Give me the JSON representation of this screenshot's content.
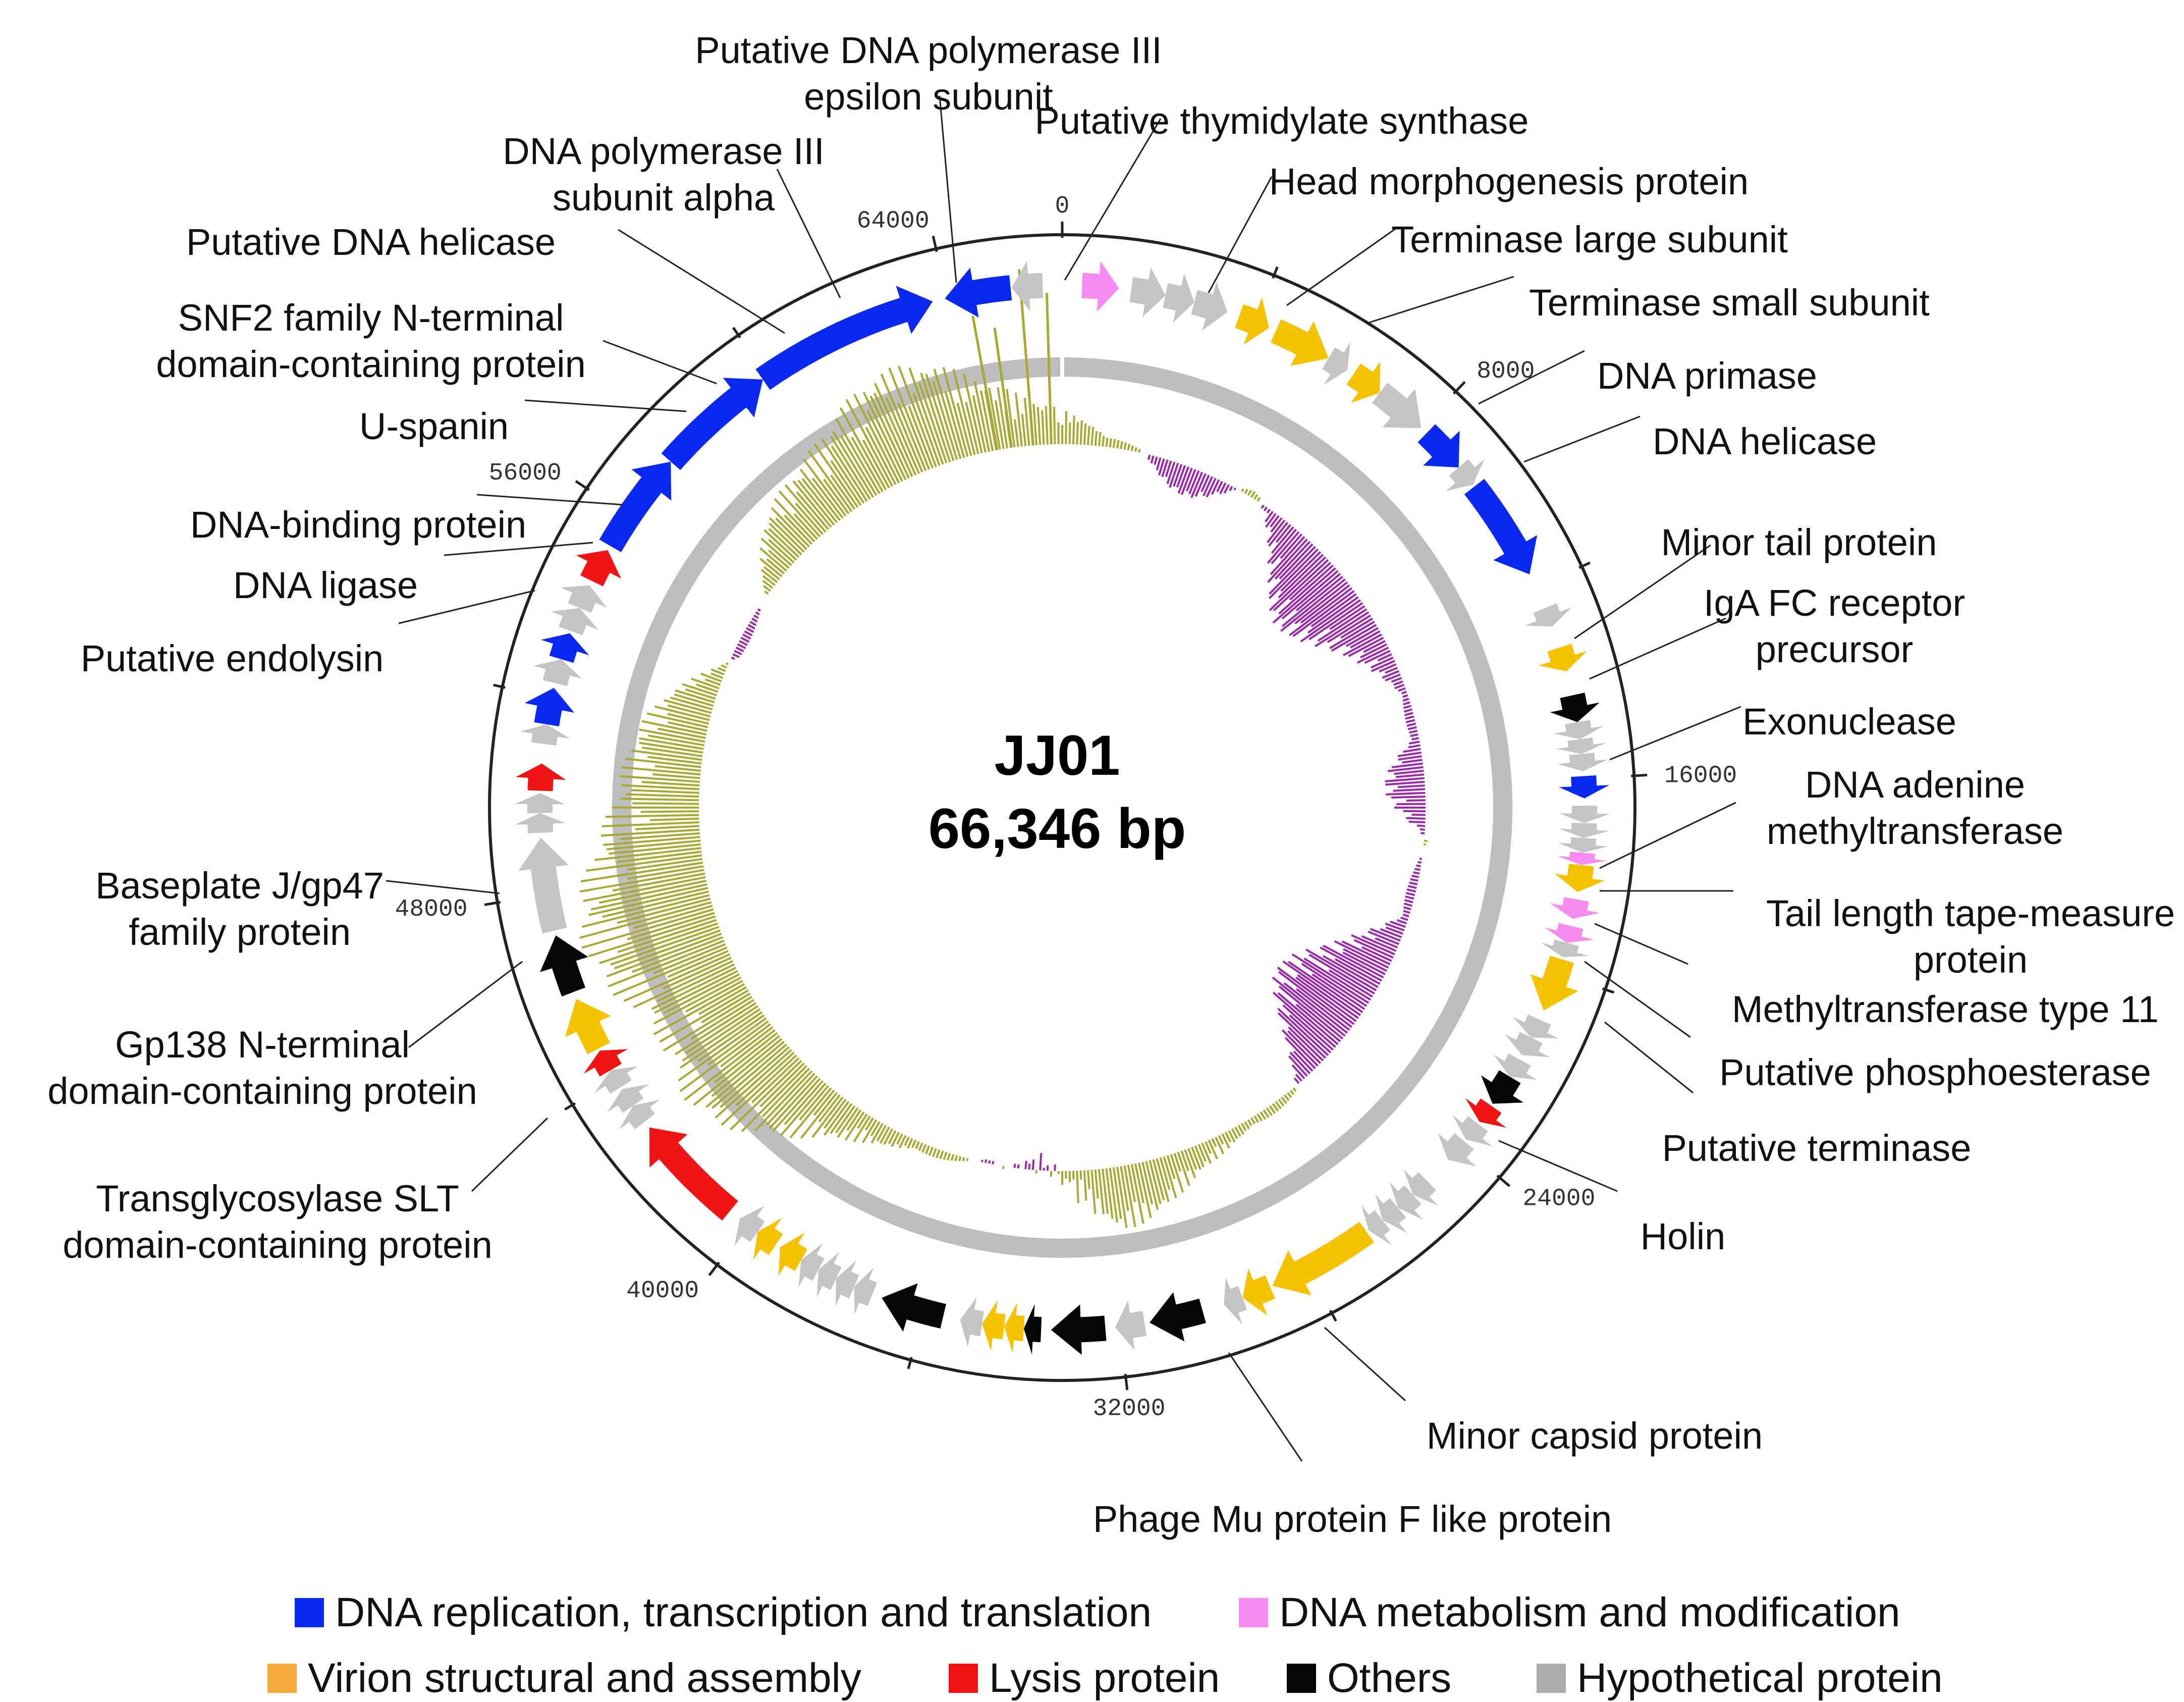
{
  "genome": {
    "name": "JJ01",
    "length_label": "66,346 bp",
    "length": 66346
  },
  "categories": {
    "replication": {
      "label": "DNA replication, transcription and translation",
      "color": "#0a28f0"
    },
    "metabolism": {
      "label": "DNA metabolism and modification",
      "color": "#f68cf0"
    },
    "structural": {
      "label": "Virion structural and assembly",
      "color": "#f6c200"
    },
    "lysis": {
      "label": "Lysis protein",
      "color": "#f01414"
    },
    "others": {
      "label": "Others",
      "color": "#050505"
    },
    "hypothetical": {
      "label": "Hypothetical protein",
      "color": "#c4c4c4"
    }
  },
  "legend_colors": {
    "structural": "#f6aa3c",
    "hypothetical": "#acacac"
  },
  "ticks": [
    "0",
    "8000",
    "16000",
    "24000",
    "32000",
    "40000",
    "48000",
    "56000",
    "64000"
  ],
  "gc_colors": {
    "positive": "#a8a832",
    "negative": "#9a2aa8",
    "ring": "#bdbdbd"
  },
  "genes": [
    {
      "start": 65300,
      "end": 63950,
      "cat": "replication"
    },
    {
      "start": 65950,
      "end": 65320,
      "cat": "hypothetical"
    },
    {
      "start": 400,
      "end": 1150,
      "cat": "metabolism"
    },
    {
      "start": 1400,
      "end": 2100,
      "cat": "hypothetical"
    },
    {
      "start": 2100,
      "end": 2700,
      "cat": "hypothetical"
    },
    {
      "start": 2700,
      "end": 3400,
      "cat": "hypothetical"
    },
    {
      "start": 3650,
      "end": 4300,
      "cat": "structural"
    },
    {
      "start": 4450,
      "end": 5650,
      "cat": "structural"
    },
    {
      "start": 5650,
      "end": 6100,
      "cat": "hypothetical"
    },
    {
      "start": 6250,
      "end": 6900,
      "cat": "structural"
    },
    {
      "start": 6900,
      "end": 8000,
      "cat": "hypothetical"
    },
    {
      "start": 8150,
      "end": 9100,
      "cat": "replication"
    },
    {
      "start": 9100,
      "end": 9550,
      "cat": "hypothetical"
    },
    {
      "start": 9600,
      "end": 11700,
      "cat": "replication"
    },
    {
      "start": 12450,
      "end": 12850,
      "cat": "hypothetical"
    },
    {
      "start": 13300,
      "end": 13800,
      "cat": "structural"
    },
    {
      "start": 14300,
      "end": 14850,
      "cat": "others"
    },
    {
      "start": 14850,
      "end": 15200,
      "cat": "hypothetical"
    },
    {
      "start": 15200,
      "end": 15500,
      "cat": "hypothetical"
    },
    {
      "start": 15500,
      "end": 15850,
      "cat": "hypothetical"
    },
    {
      "start": 15950,
      "end": 16400,
      "cat": "replication"
    },
    {
      "start": 16550,
      "end": 16900,
      "cat": "hypothetical"
    },
    {
      "start": 16900,
      "end": 17200,
      "cat": "hypothetical"
    },
    {
      "start": 17200,
      "end": 17500,
      "cat": "hypothetical"
    },
    {
      "start": 17500,
      "end": 17750,
      "cat": "metabolism"
    },
    {
      "start": 17750,
      "end": 18300,
      "cat": "structural"
    },
    {
      "start": 18450,
      "end": 18850,
      "cat": "metabolism"
    },
    {
      "start": 19000,
      "end": 19350,
      "cat": "metabolism"
    },
    {
      "start": 19350,
      "end": 19650,
      "cat": "hypothetical"
    },
    {
      "start": 19700,
      "end": 20800,
      "cat": "structural"
    },
    {
      "start": 21000,
      "end": 21400,
      "cat": "hypothetical"
    },
    {
      "start": 21400,
      "end": 21800,
      "cat": "hypothetical"
    },
    {
      "start": 21900,
      "end": 22300,
      "cat": "hypothetical"
    },
    {
      "start": 22300,
      "end": 22950,
      "cat": "others"
    },
    {
      "start": 23000,
      "end": 23400,
      "cat": "lysis"
    },
    {
      "start": 23450,
      "end": 23850,
      "cat": "hypothetical"
    },
    {
      "start": 23900,
      "end": 24400,
      "cat": "hypothetical"
    },
    {
      "start": 25000,
      "end": 25400,
      "cat": "hypothetical"
    },
    {
      "start": 25400,
      "end": 25800,
      "cat": "hypothetical"
    },
    {
      "start": 25800,
      "end": 26200,
      "cat": "hypothetical"
    },
    {
      "start": 26200,
      "end": 26550,
      "cat": "hypothetical"
    },
    {
      "start": 26600,
      "end": 28800,
      "cat": "structural"
    },
    {
      "start": 28850,
      "end": 29450,
      "cat": "structural"
    },
    {
      "start": 29450,
      "end": 29850,
      "cat": "hypothetical"
    },
    {
      "start": 30300,
      "end": 31400,
      "cat": "others"
    },
    {
      "start": 31500,
      "end": 32100,
      "cat": "hypothetical"
    },
    {
      "start": 32300,
      "end": 33400,
      "cat": "others"
    },
    {
      "start": 33600,
      "end": 33950,
      "cat": "others"
    },
    {
      "start": 33950,
      "end": 34350,
      "cat": "structural"
    },
    {
      "start": 34350,
      "end": 34800,
      "cat": "structural"
    },
    {
      "start": 34800,
      "end": 35250,
      "cat": "hypothetical"
    },
    {
      "start": 35600,
      "end": 36900,
      "cat": "others"
    },
    {
      "start": 37100,
      "end": 37500,
      "cat": "hypothetical"
    },
    {
      "start": 37500,
      "end": 37900,
      "cat": "hypothetical"
    },
    {
      "start": 37900,
      "end": 38300,
      "cat": "hypothetical"
    },
    {
      "start": 38300,
      "end": 38700,
      "cat": "hypothetical"
    },
    {
      "start": 38700,
      "end": 39200,
      "cat": "structural"
    },
    {
      "start": 39300,
      "end": 39750,
      "cat": "structural"
    },
    {
      "start": 39750,
      "end": 40200,
      "cat": "hypothetical"
    },
    {
      "start": 40450,
      "end": 42800,
      "cat": "lysis"
    },
    {
      "start": 42950,
      "end": 43350,
      "cat": "hypothetical"
    },
    {
      "start": 43350,
      "end": 43750,
      "cat": "hypothetical"
    },
    {
      "start": 43800,
      "end": 44200,
      "cat": "hypothetical"
    },
    {
      "start": 44200,
      "end": 44650,
      "cat": "lysis"
    },
    {
      "start": 44700,
      "end": 45800,
      "cat": "structural"
    },
    {
      "start": 45950,
      "end": 47150,
      "cat": "others"
    },
    {
      "start": 47250,
      "end": 49150,
      "cat": "hypothetical"
    },
    {
      "start": 49250,
      "end": 49650,
      "cat": "hypothetical"
    },
    {
      "start": 49650,
      "end": 50050,
      "cat": "hypothetical"
    },
    {
      "start": 50100,
      "end": 50650,
      "cat": "lysis"
    },
    {
      "start": 51050,
      "end": 51450,
      "cat": "hypothetical"
    },
    {
      "start": 51450,
      "end": 52200,
      "cat": "replication"
    },
    {
      "start": 52300,
      "end": 52800,
      "cat": "hypothetical"
    },
    {
      "start": 52800,
      "end": 53350,
      "cat": "replication"
    },
    {
      "start": 53400,
      "end": 53900,
      "cat": "hypothetical"
    },
    {
      "start": 53900,
      "end": 54400,
      "cat": "hypothetical"
    },
    {
      "start": 54500,
      "end": 55200,
      "cat": "lysis"
    },
    {
      "start": 55300,
      "end": 57400,
      "cat": "replication"
    },
    {
      "start": 57400,
      "end": 59900,
      "cat": "replication"
    },
    {
      "start": 59900,
      "end": 63700,
      "cat": "replication"
    }
  ],
  "labels": [
    {
      "id": "pol3-epsilon",
      "lines": [
        "Putative DNA polymerase III",
        "epsilon subunit"
      ]
    },
    {
      "id": "thymidylate",
      "lines": [
        "Putative thymidylate synthase"
      ]
    },
    {
      "id": "pol3-alpha",
      "lines": [
        "DNA polymerase III",
        "subunit alpha"
      ]
    },
    {
      "id": "head-morph",
      "lines": [
        "Head morphogenesis protein"
      ]
    },
    {
      "id": "term-large",
      "lines": [
        "Terminase large subunit"
      ]
    },
    {
      "id": "put-helicase",
      "lines": [
        "Putative DNA helicase"
      ]
    },
    {
      "id": "term-small",
      "lines": [
        "Terminase small subunit"
      ]
    },
    {
      "id": "snf2",
      "lines": [
        "SNF2 family N-terminal",
        "domain-containing protein"
      ]
    },
    {
      "id": "primase",
      "lines": [
        "DNA primase"
      ]
    },
    {
      "id": "uspanin",
      "lines": [
        "U-spanin"
      ]
    },
    {
      "id": "dna-helicase",
      "lines": [
        "DNA helicase"
      ]
    },
    {
      "id": "dna-binding",
      "lines": [
        "DNA-binding protein"
      ]
    },
    {
      "id": "minor-tail",
      "lines": [
        "Minor tail protein"
      ]
    },
    {
      "id": "ligase",
      "lines": [
        "DNA ligase"
      ]
    },
    {
      "id": "iga",
      "lines": [
        "IgA FC receptor",
        "precursor"
      ]
    },
    {
      "id": "endolysin",
      "lines": [
        "Putative endolysin"
      ]
    },
    {
      "id": "exonuclease",
      "lines": [
        "Exonuclease"
      ]
    },
    {
      "id": "adenine-mt",
      "lines": [
        "DNA adenine",
        "methyltransferase"
      ]
    },
    {
      "id": "baseplate",
      "lines": [
        "Baseplate J/gp47",
        "family protein"
      ]
    },
    {
      "id": "tape-measure",
      "lines": [
        "Tail length tape-measure",
        "protein"
      ]
    },
    {
      "id": "mt11",
      "lines": [
        "Methyltransferase type 11"
      ]
    },
    {
      "id": "gp138",
      "lines": [
        "Gp138 N-terminal",
        "domain-containing protein"
      ]
    },
    {
      "id": "phosphoesterase",
      "lines": [
        "Putative phosphoesterase"
      ]
    },
    {
      "id": "put-terminase",
      "lines": [
        "Putative terminase"
      ]
    },
    {
      "id": "transglyco",
      "lines": [
        "Transglycosylase SLT",
        "domain-containing protein"
      ]
    },
    {
      "id": "holin",
      "lines": [
        "Holin"
      ]
    },
    {
      "id": "minor-capsid",
      "lines": [
        "Minor capsid protein"
      ]
    },
    {
      "id": "mu-f",
      "lines": [
        "Phage Mu protein F like protein"
      ]
    }
  ]
}
